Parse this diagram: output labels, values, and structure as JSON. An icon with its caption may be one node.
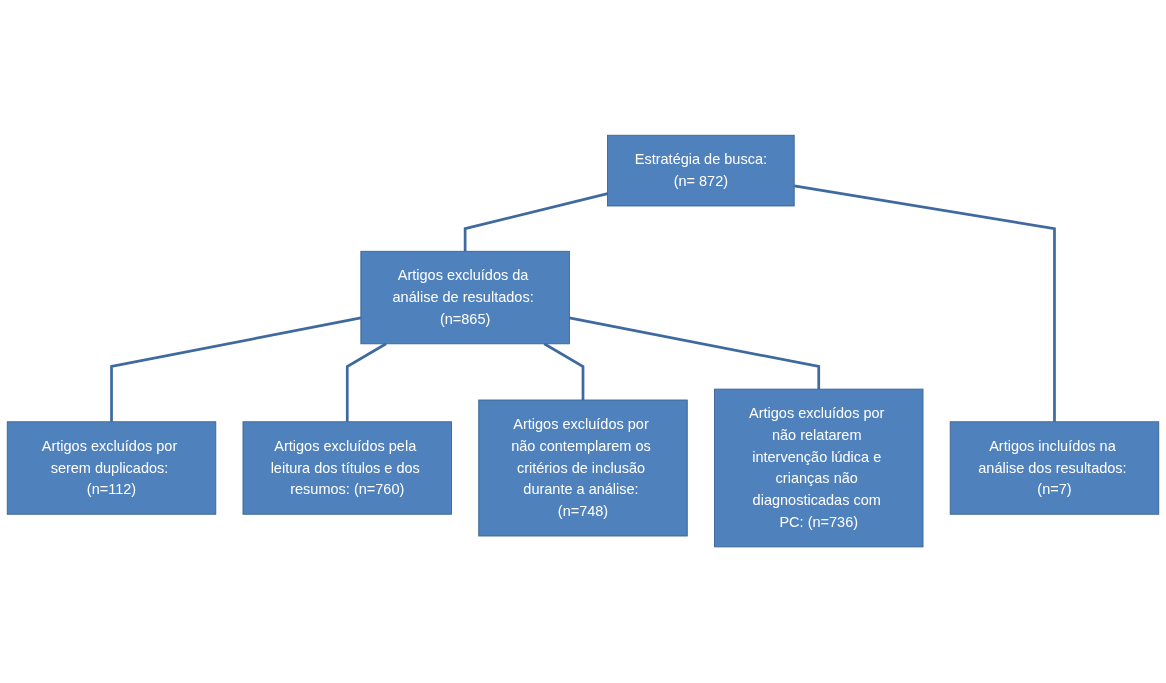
{
  "diagram": {
    "nodes": [
      {
        "text": [
          "Estratégia de busca:",
          "(n= 872)"
        ]
      },
      {
        "text": [
          "Artigos excluídos da análise de resultados: (n=865)"
        ]
      },
      {
        "text": [
          "Artigos incluídos na análise dos resultados: (n=7)"
        ]
      },
      {
        "text": [
          "Artigos excluídos por serem duplicados: (n=112)"
        ]
      },
      {
        "text": [
          "Artigos excluídos pela leitura dos títulos e dos resumos: (n=760)"
        ]
      },
      {
        "text": [
          "Artigos excluídos por não contemplarem os critérios de inclusão durante a análise: (n=748)"
        ]
      },
      {
        "text": [
          "Artigos excluídos por não relatarem intervenção lúdica e crianças não diagnosticadas com PC: (n=736)"
        ]
      }
    ],
    "edges": [
      {
        "from": 0,
        "to": 1,
        "arrow": "none"
      },
      {
        "from": 0,
        "to": 2,
        "arrow": "none"
      },
      {
        "from": 1,
        "to": 3,
        "arrow": "none"
      },
      {
        "from": 1,
        "to": 4,
        "arrow": "none"
      },
      {
        "from": 1,
        "to": 5,
        "arrow": "none"
      },
      {
        "from": 1,
        "to": 6,
        "arrow": "none"
      }
    ]
  }
}
